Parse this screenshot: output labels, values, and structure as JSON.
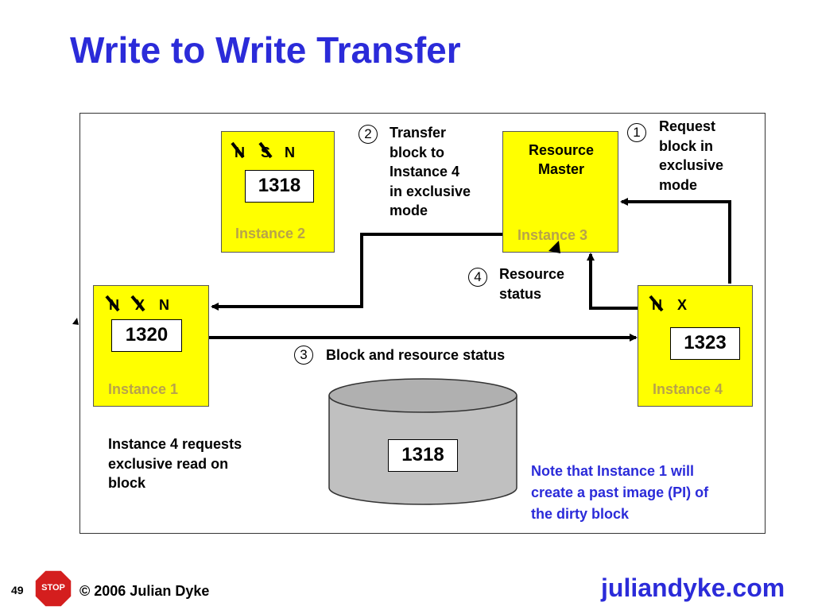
{
  "slide": {
    "title": "Write to Write Transfer",
    "page_number": "49",
    "stop_label": "STOP",
    "copyright": "© 2006 Julian Dyke",
    "site": "juliandyke.com"
  },
  "instances": {
    "instance1": {
      "label": "Instance 1",
      "block": "1320",
      "status": [
        "N",
        "X",
        "N"
      ]
    },
    "instance2": {
      "label": "Instance 2",
      "block": "1318",
      "status": [
        "N",
        "S",
        "N"
      ]
    },
    "instance3": {
      "label": "Instance 3",
      "title_line1": "Resource",
      "title_line2": "Master"
    },
    "instance4": {
      "label": "Instance 4",
      "block": "1323",
      "status": [
        "N",
        "X"
      ]
    }
  },
  "disk": {
    "block": "1318"
  },
  "steps": [
    {
      "number": "1",
      "lines": [
        "Request",
        "block in",
        "exclusive",
        "mode"
      ]
    },
    {
      "number": "2",
      "lines": [
        "Transfer",
        "block to",
        "Instance 4",
        "in exclusive",
        "mode"
      ]
    },
    {
      "number": "3",
      "lines": [
        "Block and resource status"
      ]
    },
    {
      "number": "4",
      "lines": [
        "Resource",
        "status"
      ]
    }
  ],
  "notes": {
    "left": [
      "Instance 4 requests",
      "exclusive read on",
      "block"
    ],
    "right": [
      "Note that Instance 1 will",
      "create a past image (PI) of",
      "the dirty block"
    ]
  },
  "colors": {
    "title_blue": "#2b2bd9",
    "instance_yellow": "#ffff00",
    "instance_label": "#b8a34a",
    "stop_red": "#d41e1e"
  }
}
